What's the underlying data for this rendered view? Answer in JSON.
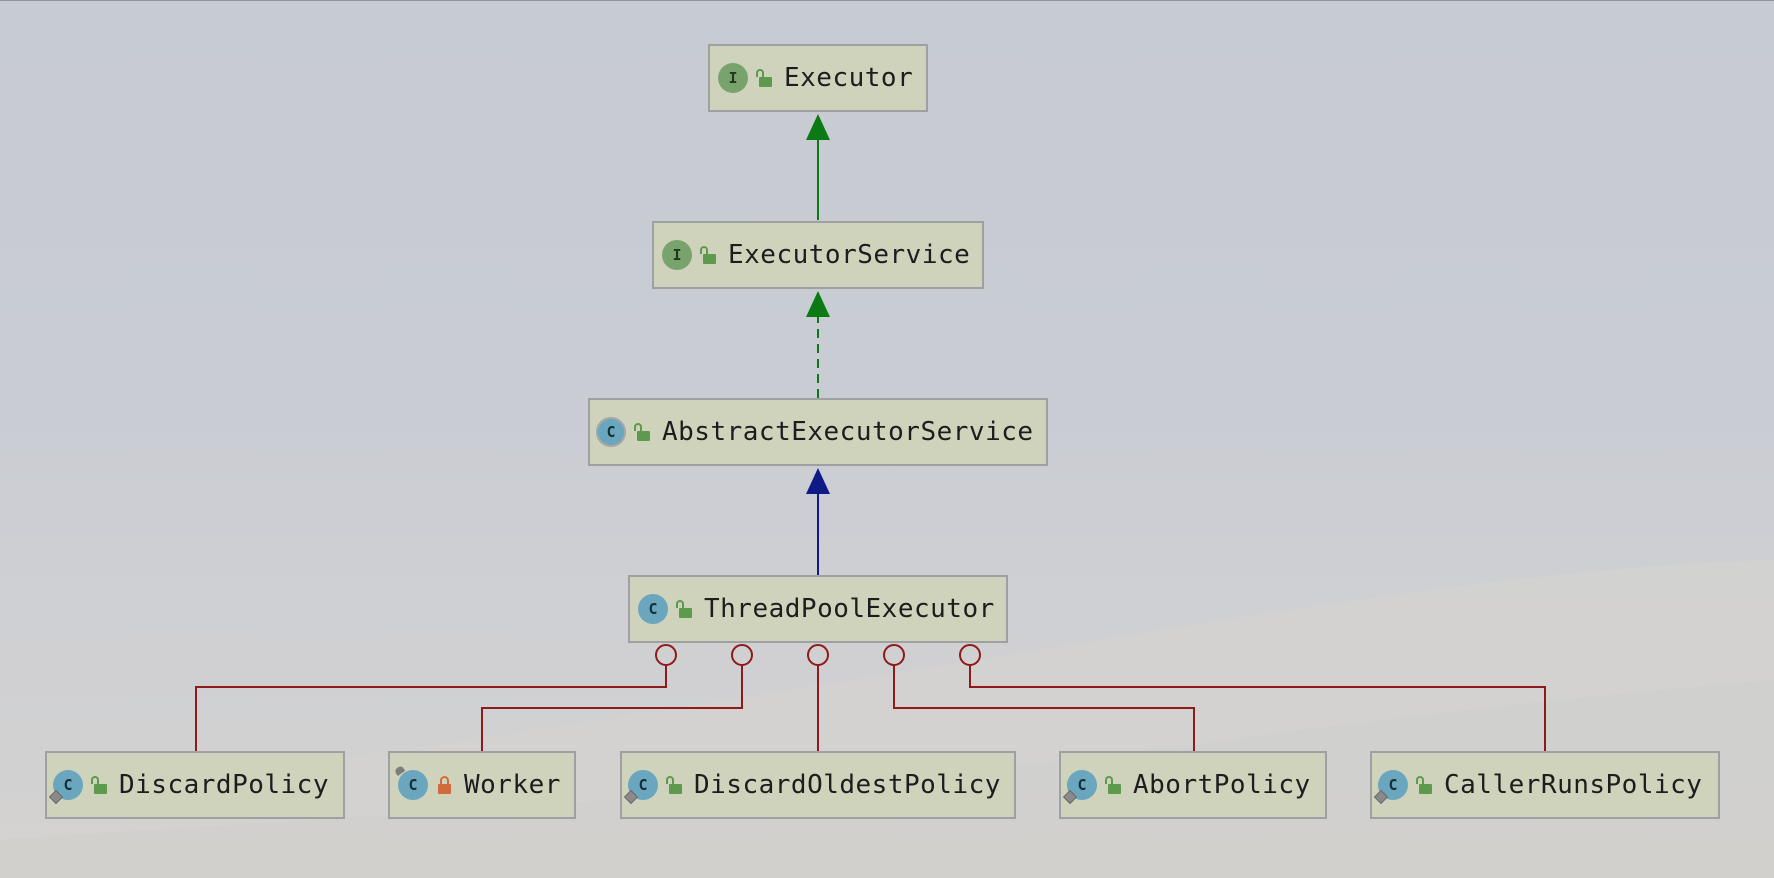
{
  "diagram": {
    "nodes": [
      {
        "id": "executor",
        "name": "Executor",
        "kind": "interface",
        "kind_letter": "I",
        "visibility": "public"
      },
      {
        "id": "executor_service",
        "name": "ExecutorService",
        "kind": "interface",
        "kind_letter": "I",
        "visibility": "public"
      },
      {
        "id": "abstract_executor_service",
        "name": "AbstractExecutorService",
        "kind": "abstract class",
        "kind_letter": "C",
        "visibility": "public"
      },
      {
        "id": "thread_pool_executor",
        "name": "ThreadPoolExecutor",
        "kind": "class",
        "kind_letter": "C",
        "visibility": "public"
      },
      {
        "id": "discard_policy",
        "name": "DiscardPolicy",
        "kind": "static nested class",
        "kind_letter": "C",
        "visibility": "public"
      },
      {
        "id": "worker",
        "name": "Worker",
        "kind": "inner class",
        "kind_letter": "C",
        "visibility": "private"
      },
      {
        "id": "discard_oldest_policy",
        "name": "DiscardOldestPolicy",
        "kind": "static nested class",
        "kind_letter": "C",
        "visibility": "public"
      },
      {
        "id": "abort_policy",
        "name": "AbortPolicy",
        "kind": "static nested class",
        "kind_letter": "C",
        "visibility": "public"
      },
      {
        "id": "caller_runs_policy",
        "name": "CallerRunsPolicy",
        "kind": "static nested class",
        "kind_letter": "C",
        "visibility": "public"
      }
    ],
    "edges": [
      {
        "from": "executor_service",
        "to": "executor",
        "type": "extends",
        "color": "#0b7a14",
        "style": "solid"
      },
      {
        "from": "abstract_executor_service",
        "to": "executor_service",
        "type": "implements",
        "color": "#0b7a14",
        "style": "dashed"
      },
      {
        "from": "thread_pool_executor",
        "to": "abstract_executor_service",
        "type": "extends",
        "color": "#0e1b86",
        "style": "solid"
      },
      {
        "from": "discard_policy",
        "to": "thread_pool_executor",
        "type": "inner",
        "color": "#8e1a1a",
        "style": "solid"
      },
      {
        "from": "worker",
        "to": "thread_pool_executor",
        "type": "inner",
        "color": "#8e1a1a",
        "style": "solid"
      },
      {
        "from": "discard_oldest_policy",
        "to": "thread_pool_executor",
        "type": "inner",
        "color": "#8e1a1a",
        "style": "solid"
      },
      {
        "from": "abort_policy",
        "to": "thread_pool_executor",
        "type": "inner",
        "color": "#8e1a1a",
        "style": "solid"
      },
      {
        "from": "caller_runs_policy",
        "to": "thread_pool_executor",
        "type": "inner",
        "color": "#8e1a1a",
        "style": "solid"
      }
    ]
  },
  "colors": {
    "node_fill": "#cfd3bc",
    "node_border": "#9ea0a3",
    "interface_badge": "#79a36c",
    "class_badge": "#6aa6bd",
    "public_lock": "#5e9a4e",
    "private_lock": "#d26b3c"
  }
}
